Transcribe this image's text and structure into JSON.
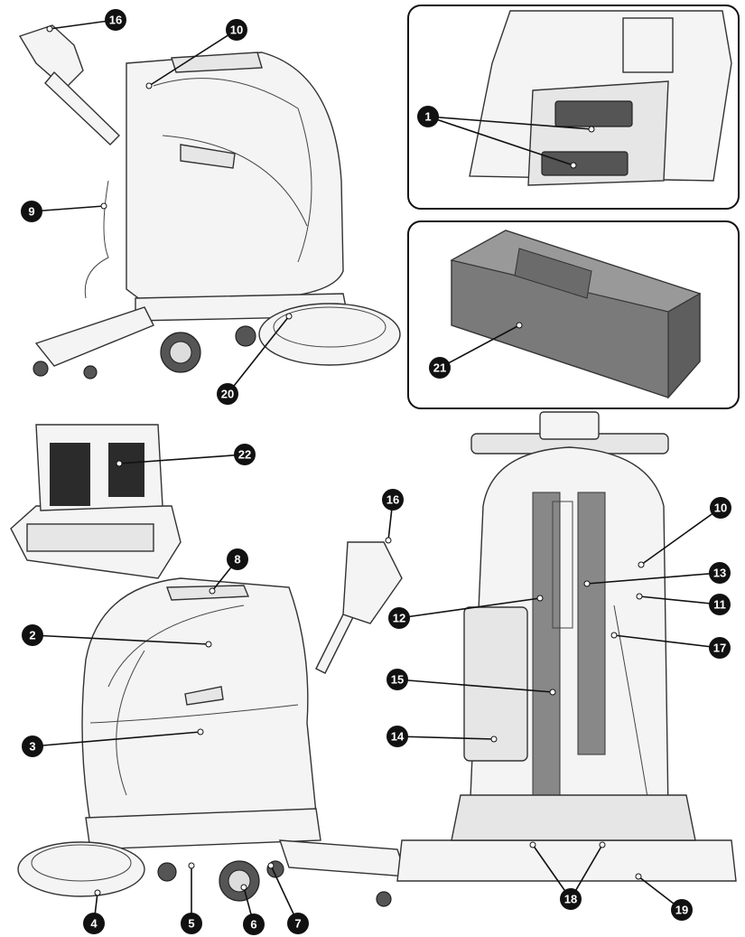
{
  "callouts": [
    {
      "num": "16"
    },
    {
      "num": "10"
    },
    {
      "num": "9"
    },
    {
      "num": "20"
    },
    {
      "num": "1"
    },
    {
      "num": "21"
    },
    {
      "num": "22"
    },
    {
      "num": "8"
    },
    {
      "num": "16"
    },
    {
      "num": "2"
    },
    {
      "num": "3"
    },
    {
      "num": "4"
    },
    {
      "num": "5"
    },
    {
      "num": "6"
    },
    {
      "num": "7"
    },
    {
      "num": "10"
    },
    {
      "num": "13"
    },
    {
      "num": "11"
    },
    {
      "num": "12"
    },
    {
      "num": "17"
    },
    {
      "num": "15"
    },
    {
      "num": "14"
    },
    {
      "num": "18"
    },
    {
      "num": "19"
    }
  ]
}
